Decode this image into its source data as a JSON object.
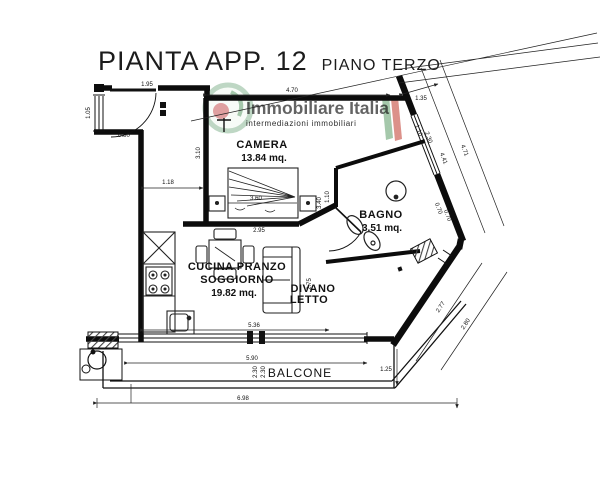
{
  "title": {
    "main": "PIANTA APP. 12",
    "sub": "PIANO TERZO"
  },
  "watermark": {
    "name": "Immobiliare Italia",
    "tagline": "intermediazioni immobiliari"
  },
  "rooms": {
    "camera": {
      "label": "CAMERA",
      "area": "13.84 mq."
    },
    "bagno": {
      "label": "BAGNO",
      "area": "3.51 mq."
    },
    "living": {
      "line1": "CUCINA PRANZO",
      "line2": "SOGGIORNO",
      "area": "19.82 mq."
    },
    "divano": {
      "line1": "DIVANO",
      "line2": "LETTO"
    },
    "balcone": {
      "label": "BALCONE"
    }
  },
  "dims": {
    "top_width": "4.70",
    "top_right": "1.35",
    "right_window_w": "1.10",
    "right_window_h": "2.30",
    "right_len_inner": "4.41",
    "right_len_outer": "4.71",
    "bagno_window_w": "0.70",
    "bagno_window_h": "0.70",
    "diag_inner": "2.77",
    "diag_outer": "2.80",
    "balcony_right": "1.25",
    "balcony_width": "5.90",
    "balcony_door_w": "2.30",
    "balcony_door_h": "2.30",
    "bottom_total": "6.98",
    "entry_door": "1.95",
    "left_window": "1.05",
    "entry_wall": "0.80",
    "corridor": "1.18",
    "camera_depth": "3.10",
    "bed_width": "3.60",
    "camera_width": "2.95",
    "camera_side": "3.40",
    "living_height": "2.75",
    "living_width": "5.36",
    "bagno_left": "1.10"
  },
  "colors": {
    "line": "#111111",
    "wm_green": "#8ab795",
    "wm_red": "#c0392b"
  }
}
